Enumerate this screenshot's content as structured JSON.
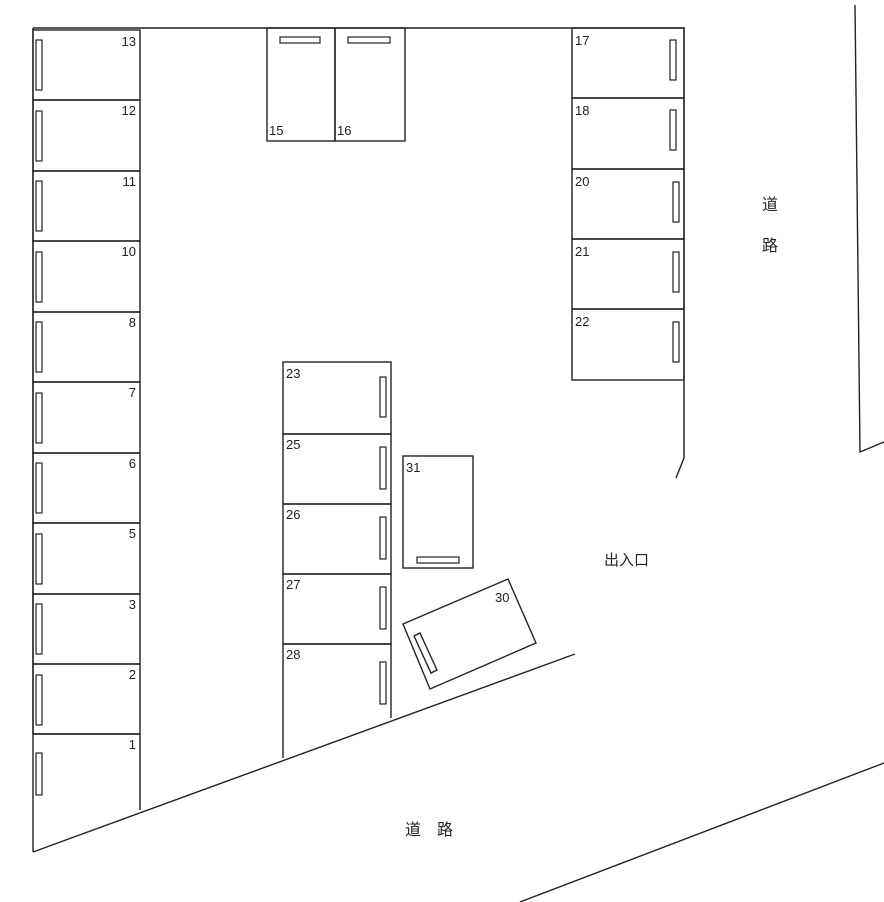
{
  "spaces": [
    {
      "id": "s1",
      "label": "1"
    },
    {
      "id": "s2",
      "label": "2"
    },
    {
      "id": "s3",
      "label": "3"
    },
    {
      "id": "s5",
      "label": "5"
    },
    {
      "id": "s6",
      "label": "6"
    },
    {
      "id": "s7",
      "label": "7"
    },
    {
      "id": "s8",
      "label": "8"
    },
    {
      "id": "s10",
      "label": "10"
    },
    {
      "id": "s11",
      "label": "11"
    },
    {
      "id": "s12",
      "label": "12"
    },
    {
      "id": "s13",
      "label": "13"
    },
    {
      "id": "s15",
      "label": "15"
    },
    {
      "id": "s16",
      "label": "16"
    },
    {
      "id": "s17",
      "label": "17"
    },
    {
      "id": "s18",
      "label": "18"
    },
    {
      "id": "s20",
      "label": "20"
    },
    {
      "id": "s21",
      "label": "21"
    },
    {
      "id": "s22",
      "label": "22"
    },
    {
      "id": "s23",
      "label": "23"
    },
    {
      "id": "s25",
      "label": "25"
    },
    {
      "id": "s26",
      "label": "26"
    },
    {
      "id": "s27",
      "label": "27"
    },
    {
      "id": "s28",
      "label": "28"
    },
    {
      "id": "s30",
      "label": "30"
    },
    {
      "id": "s31",
      "label": "31"
    }
  ],
  "labels": {
    "road_right_top": "道",
    "road_right_bottom": "路",
    "road_bottom": "道　路",
    "entrance": "出入口"
  }
}
